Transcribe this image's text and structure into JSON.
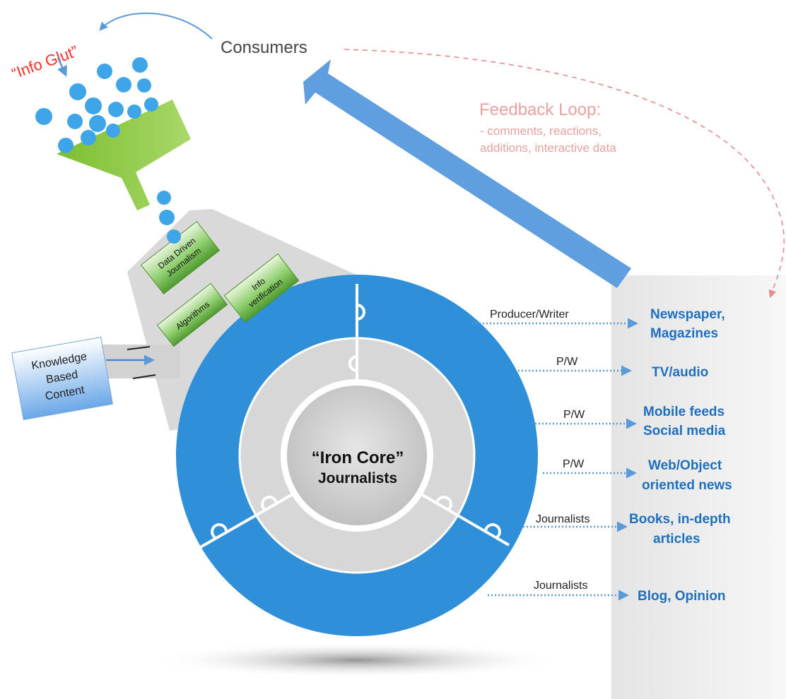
{
  "consumers": "Consumers",
  "info_glut": "“Info Glut”",
  "feedback": {
    "title": "Feedback Loop:",
    "line1": "- comments, reactions,",
    "line2": "additions, interactive data"
  },
  "tools": {
    "data_driven": [
      "Data Driven",
      "Journalism"
    ],
    "algorithms": "Algorithms",
    "info_verification": [
      "Info",
      "verification"
    ]
  },
  "knowledge": [
    "Knowledge",
    "Based",
    "Content"
  ],
  "core": {
    "line1": "“Iron Core”",
    "line2": "Journalists"
  },
  "outputs": [
    {
      "connector": "Producer/Writer",
      "lines": [
        "Newspaper,",
        "Magazines"
      ]
    },
    {
      "connector": "P/W",
      "lines": [
        "TV/audio"
      ]
    },
    {
      "connector": "P/W",
      "lines": [
        "Mobile feeds",
        "Social media"
      ]
    },
    {
      "connector": "P/W",
      "lines": [
        "Web/Object",
        "oriented news"
      ]
    },
    {
      "connector": "Journalists",
      "lines": [
        "Books, in-depth",
        "articles"
      ]
    },
    {
      "connector": "Journalists",
      "lines": [
        "Blog, Opinion"
      ]
    }
  ],
  "colors": {
    "ring": "#2f8fd9",
    "inner_ring": "#d6d6d6",
    "core": "#cfcfcf",
    "funnel": "#8dc63f",
    "drop": "#3ea6e8",
    "output_text": "#1f6fbf",
    "feedback_text": "#e8a0a0",
    "glut_text": "#ff2a2a",
    "tool_box": "#5aa33a"
  }
}
